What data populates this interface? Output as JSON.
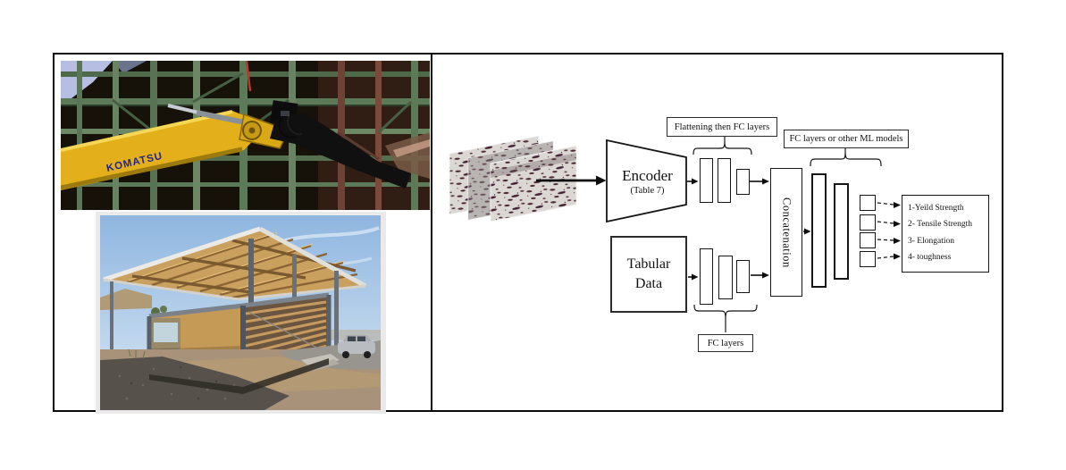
{
  "diagram": {
    "flattening_label": "Flattening then FC layers",
    "fc_ml_label": "FC layers or other ML models",
    "encoder_label": "Encoder",
    "encoder_sublabel": "(Table 7)",
    "concatenation_label": "Concatenation",
    "tabular_line1": "Tabular",
    "tabular_line2": "Data",
    "fc_layers_label": "FC layers",
    "outputs": [
      "1-Yeild Strength",
      "2- Tensile Strength",
      "3- Elongation",
      "4- toughness"
    ]
  },
  "photos": {
    "construction": {
      "brand_text": "KOMATSU"
    }
  },
  "colors": {
    "diagram_line": "#161616",
    "excavator_yellow": "#e3b01c",
    "steel_green": "#5d7a58",
    "micrograph_speckle": "#46242f"
  }
}
